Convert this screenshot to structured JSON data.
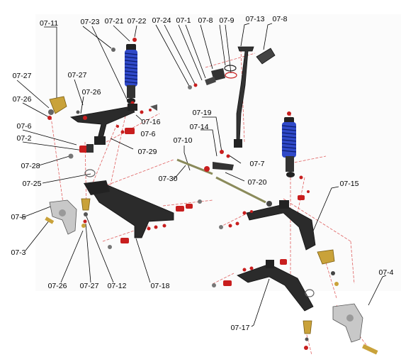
{
  "diagram": {
    "colors": {
      "background": "#ffffff",
      "part_gray": "#2b2b2b",
      "part_dark": "#111111",
      "spring_blue": "#2f49c8",
      "hardware_red": "#c81e1e",
      "brass": "#c9a23a",
      "center_line": "#e06060",
      "leader_line": "#000000"
    },
    "labels": {
      "l_07_11": "07-11",
      "l_07_23": "07-23",
      "l_07_21": "07-21",
      "l_07_22": "07-22",
      "l_07_24": "07-24",
      "l_07_1": "07-1",
      "l_07_8a": "07-8",
      "l_07_9": "07-9",
      "l_07_13": "07-13",
      "l_07_8b": "07-8",
      "l_07_27a": "07-27",
      "l_07_27b": "07-27",
      "l_07_26a": "07-26",
      "l_07_26b": "07-26",
      "l_07_16": "07-16",
      "l_07_6a": "07-6",
      "l_07_6b": "07-6",
      "l_07_19": "07-19",
      "l_07_14": "07-14",
      "l_07_2": "07-2",
      "l_07_29": "07-29",
      "l_07_10": "07-10",
      "l_07_28": "07-28",
      "l_07_7": "07-7",
      "l_07_30": "07-30",
      "l_07_20": "07-20",
      "l_07_25": "07-25",
      "l_07_15": "07-15",
      "l_07_5": "07-5",
      "l_07_3": "07-3",
      "l_07_26c": "07-26",
      "l_07_27c": "07-27",
      "l_07_12": "07-12",
      "l_07_18": "07-18",
      "l_07_4": "07-4",
      "l_07_17": "07-17"
    }
  }
}
